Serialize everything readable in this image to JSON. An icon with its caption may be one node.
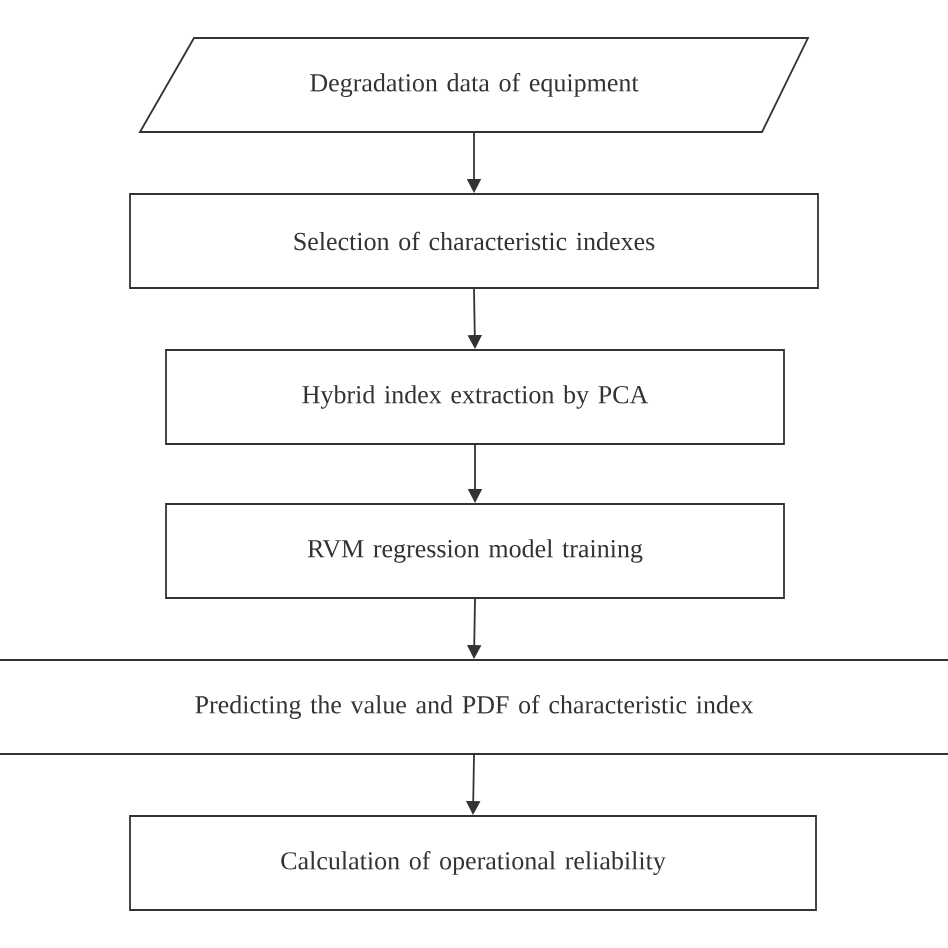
{
  "diagram": {
    "nodes": [
      {
        "text": [
          "Degradation data of equipment"
        ]
      },
      {
        "text": [
          "Selection of characteristic indexes"
        ]
      },
      {
        "text": [
          "Hybrid index extraction by PCA"
        ]
      },
      {
        "text": [
          "RVM regression model training"
        ]
      },
      {
        "text": [
          "Predicting the value and PDF of characteristic index"
        ]
      },
      {
        "text": [
          "Calculation of operational reliability"
        ]
      }
    ],
    "edges": [
      {
        "from": 0,
        "to": 1,
        "arrow": "to"
      },
      {
        "from": 1,
        "to": 2,
        "arrow": "to"
      },
      {
        "from": 2,
        "to": 3,
        "arrow": "to"
      },
      {
        "from": 3,
        "to": 4,
        "arrow": "to"
      },
      {
        "from": 4,
        "to": 5,
        "arrow": "to"
      }
    ]
  }
}
